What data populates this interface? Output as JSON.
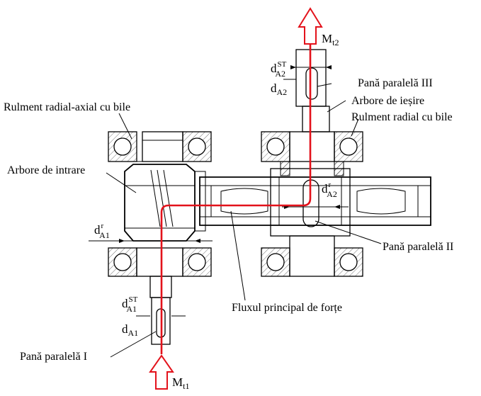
{
  "labels": {
    "bearing_angular": "Rulment radial-axial cu bile",
    "input_shaft": "Arbore de intrare",
    "output_shaft": "Arbore de ieșire",
    "bearing_radial": "Rulment radial cu bile",
    "key_1": "Pană paralelă I",
    "key_2": "Pană paralelă II",
    "key_3": "Pană paralelă III",
    "main_flow": "Fluxul principal de forțe"
  },
  "symbols": {
    "mt1": {
      "base": "M",
      "sub": "t1"
    },
    "mt2": {
      "base": "M",
      "sub": "t2"
    },
    "da1r": {
      "base": "d",
      "sup": "r",
      "sub": "A1"
    },
    "da1st": {
      "base": "d",
      "sup": "ST",
      "sub": "A1"
    },
    "da1": {
      "base": "d",
      "sub": "A1"
    },
    "da2st": {
      "base": "d",
      "sup": "ST",
      "sub": "A2"
    },
    "da2": {
      "base": "d",
      "sub": "A2"
    },
    "da2r": {
      "base": "d",
      "sup": "r",
      "sub": "A2"
    }
  },
  "colors": {
    "force_flow": "#e3121b",
    "drawing": "#000000",
    "background": "#ffffff"
  }
}
